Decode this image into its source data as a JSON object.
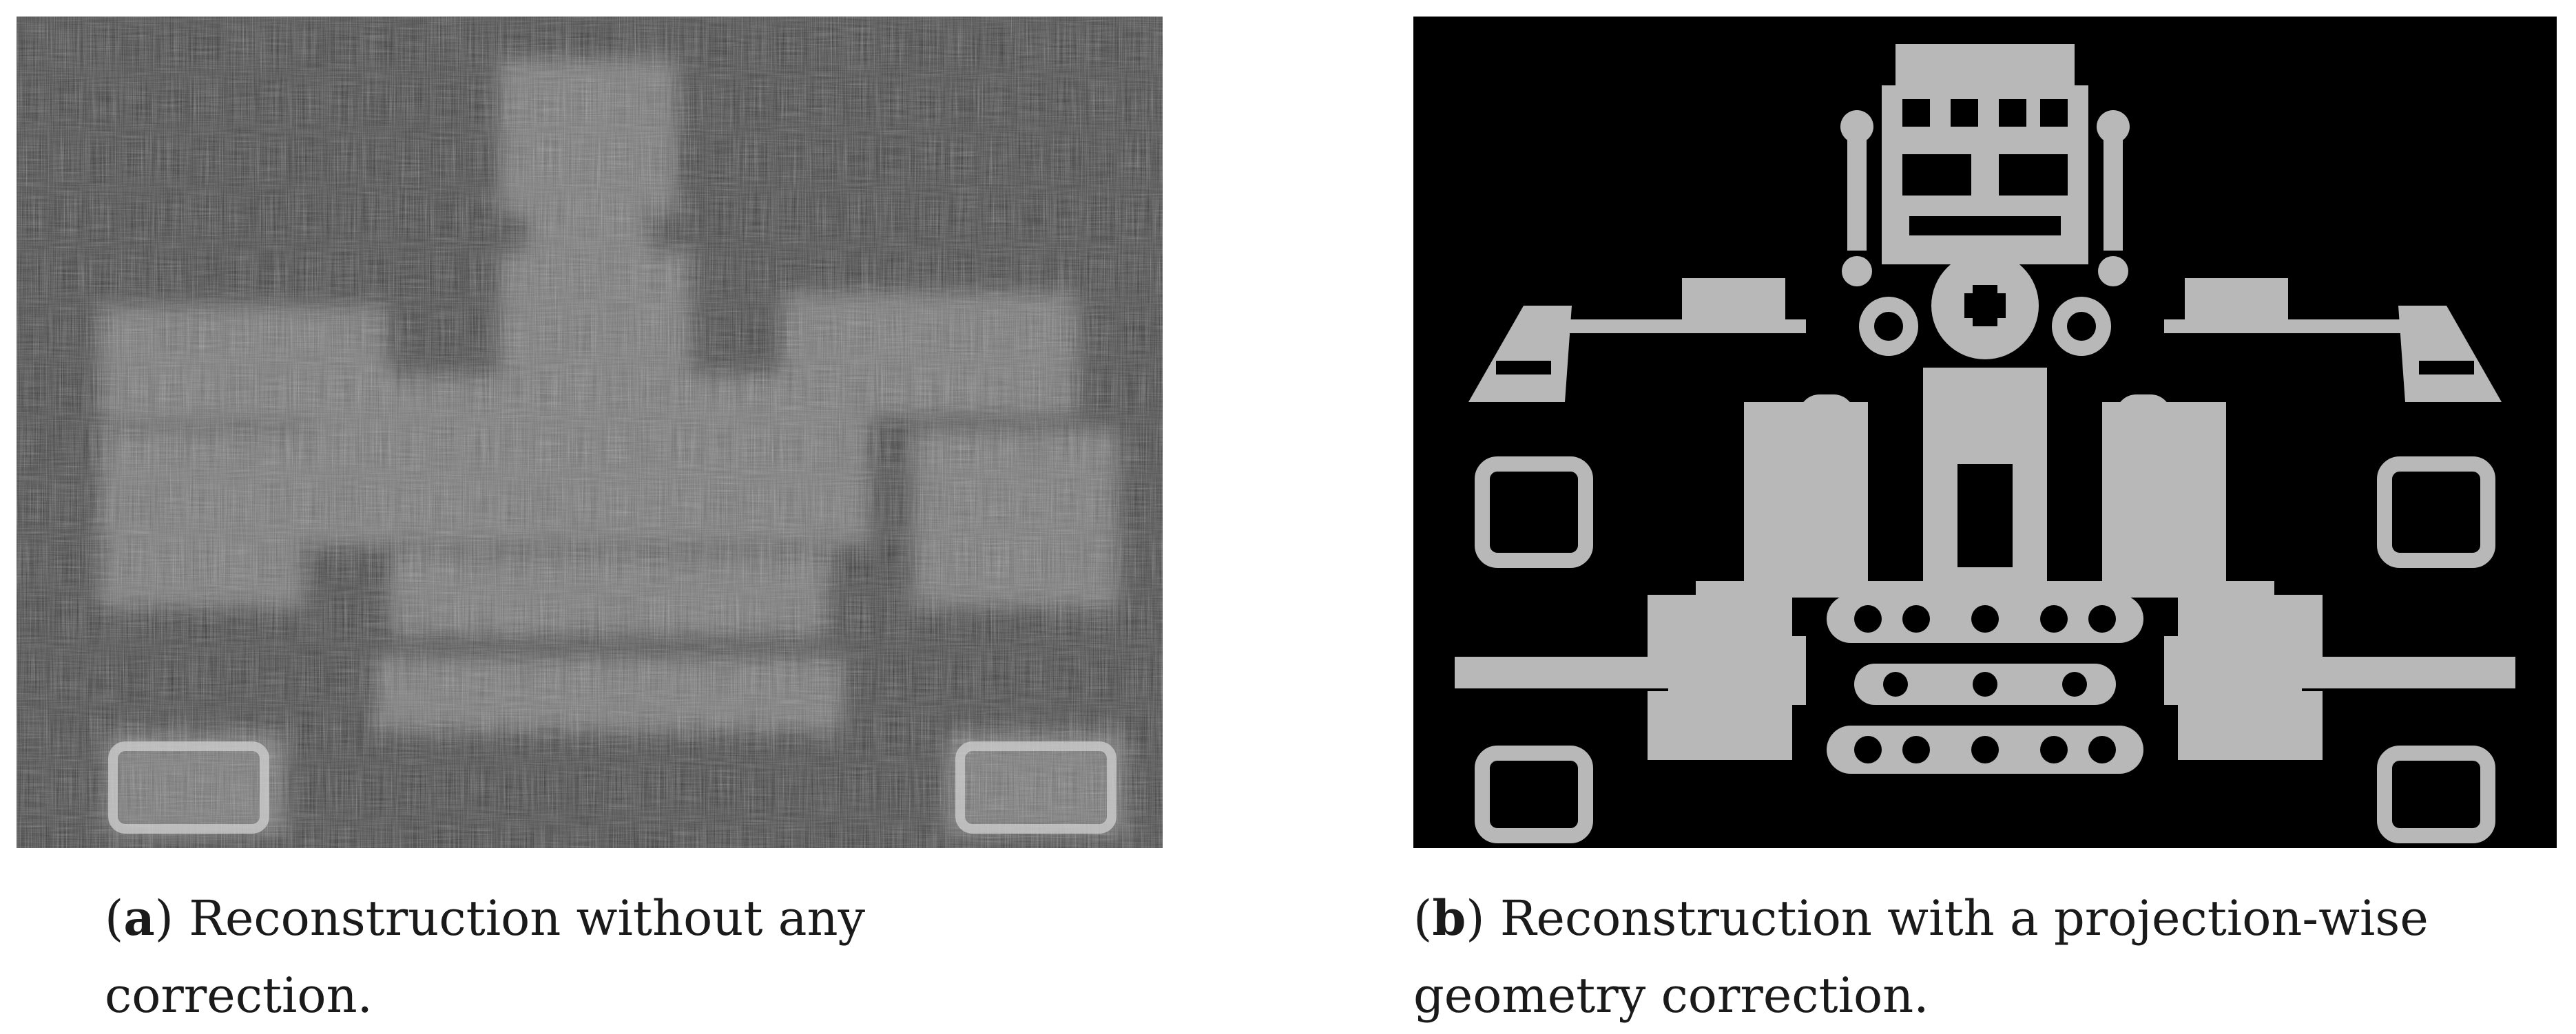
{
  "figure": {
    "panels": [
      {
        "letter": "a",
        "caption": "Reconstruction without any correction.",
        "background": "#2c2c2c"
      },
      {
        "letter": "b",
        "caption": "Reconstruction with a projection-wise geometry correction.",
        "background": "#000000"
      }
    ],
    "object_color": "#b8b8b8"
  }
}
